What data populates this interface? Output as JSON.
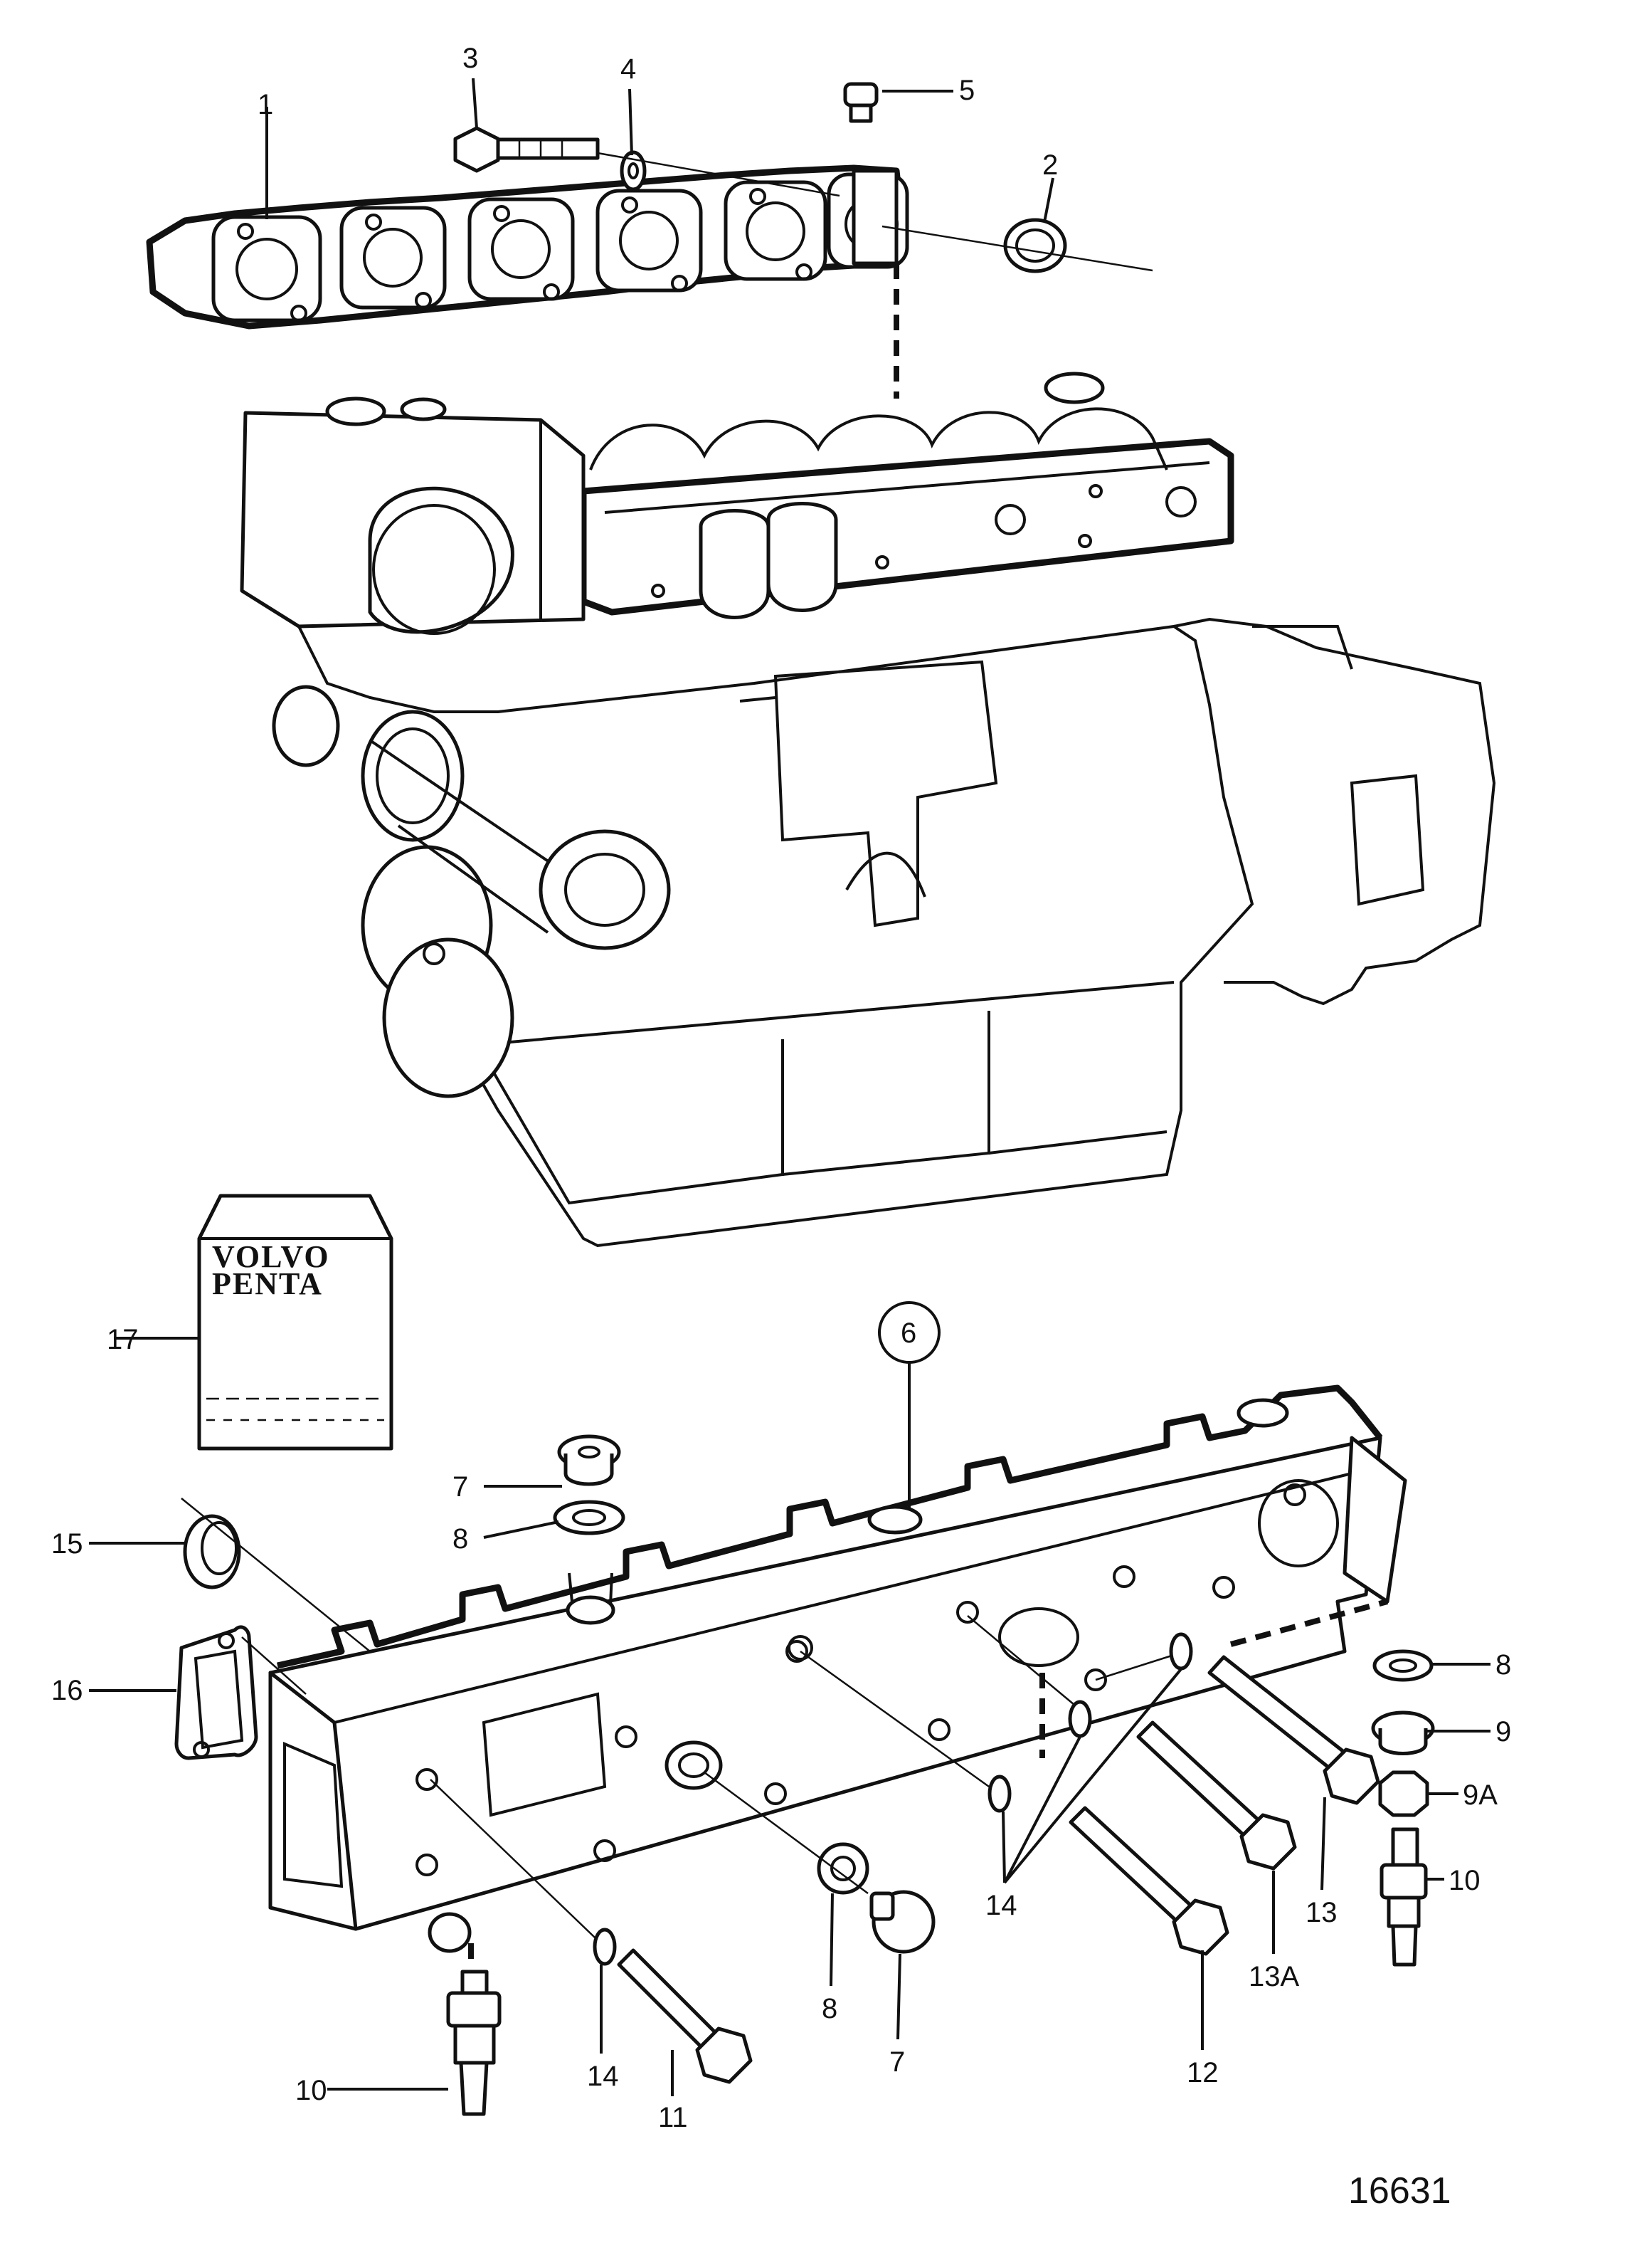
{
  "callouts": {
    "c1": "1",
    "c2": "2",
    "c3": "3",
    "c4": "4",
    "c5": "5",
    "c6": "6",
    "c7a": "7",
    "c7b": "7",
    "c8a": "8",
    "c8b": "8",
    "c8c": "8",
    "c9": "9",
    "c9a": "9A",
    "c10a": "10",
    "c10b": "10",
    "c11": "11",
    "c12": "12",
    "c13": "13",
    "c13a": "13A",
    "c14a": "14",
    "c14b": "14",
    "c15": "15",
    "c16": "16",
    "c17": "17"
  },
  "package_logo": {
    "line1": "VOLVO",
    "line2": "PENTA"
  },
  "reference_number": "16631"
}
